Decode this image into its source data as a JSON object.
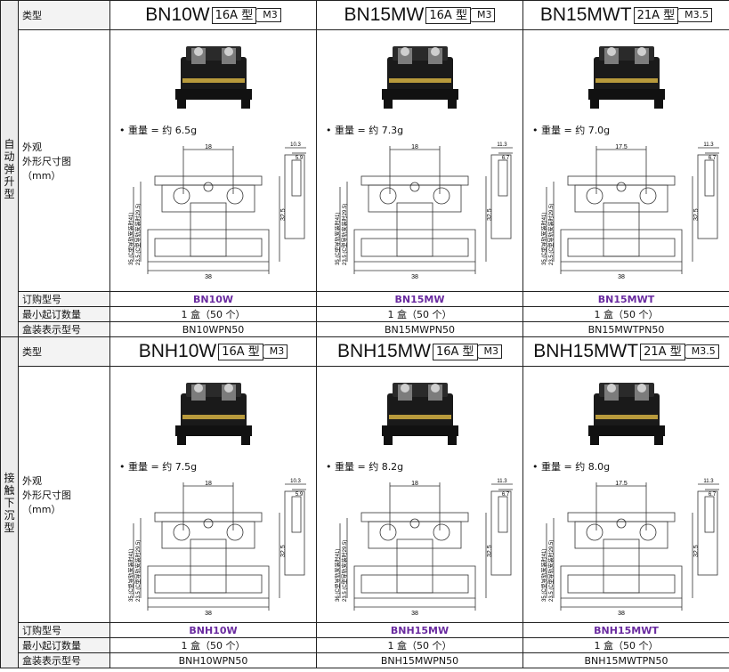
{
  "sections": [
    {
      "group_label": [
        "自",
        "动",
        "弹",
        "升",
        "型"
      ],
      "type_label": "类型",
      "appearance_label": [
        "外观",
        "外形尺寸图",
        "（mm）"
      ],
      "order_label": "订购型号",
      "moq_label": "最小起订数量",
      "box_label": "盒装表示型号",
      "products": [
        {
          "name": "BN10W",
          "rating": "16A 型",
          "screw": "M3",
          "weight": "• 重量 = 约 6.5g",
          "dims": {
            "w": "18",
            "total": "38",
            "h": "32.5",
            "h2": "35 (C型导轨安装时41)",
            "h3": "23.5 (C型导轨安装时29.5)",
            "side1": "10.3",
            "side2": "5.9"
          },
          "order": "BN10W",
          "moq": "1 盒（50 个）",
          "box": "BN10WPN50"
        },
        {
          "name": "BN15MW",
          "rating": "16A 型",
          "screw": "M3",
          "weight": "• 重量 = 约 7.3g",
          "dims": {
            "w": "18",
            "total": "38",
            "h": "32.5",
            "h2": "35 (C型导轨安装时41)",
            "h3": "23.5 (C型导轨安装时29.5)",
            "side1": "11.3",
            "side2": "6.7"
          },
          "order": "BN15MW",
          "moq": "1 盒（50 个）",
          "box": "BN15MWPN50"
        },
        {
          "name": "BN15MWT",
          "rating": "21A 型",
          "screw": "M3.5",
          "weight": "• 重量 = 约 7.0g",
          "dims": {
            "w": "17.5",
            "total": "38",
            "h": "32.5",
            "h2": "35 (C型导轨安装时41)",
            "h3": "23.5 (C型导轨安装时29.5)",
            "side1": "11.3",
            "side2": "6.7"
          },
          "order": "BN15MWT",
          "moq": "1 盒（50 个）",
          "box": "BN15MWTPN50"
        }
      ]
    },
    {
      "group_label": [
        "接",
        "触",
        "下",
        "沉",
        "型"
      ],
      "type_label": "类型",
      "appearance_label": [
        "外观",
        "外形尺寸图",
        "（mm）"
      ],
      "order_label": "订购型号",
      "moq_label": "最小起订数量",
      "box_label": "盒装表示型号",
      "products": [
        {
          "name": "BNH10W",
          "rating": "16A 型",
          "screw": "M3",
          "weight": "• 重量 = 约 7.5g",
          "dims": {
            "w": "18",
            "total": "38",
            "h": "32.5",
            "h2": "35 (C型导轨安装时41)",
            "h3": "23.5 (C型导轨安装时29.5)",
            "side1": "10.3",
            "side2": "5.9"
          },
          "order": "BNH10W",
          "moq": "1 盒（50 个）",
          "box": "BNH10WPN50"
        },
        {
          "name": "BNH15MW",
          "rating": "16A 型",
          "screw": "M3",
          "weight": "• 重量 = 约 8.2g",
          "dims": {
            "w": "18",
            "total": "38",
            "h": "32.5",
            "h2": "36 (C型导轨安装时41)",
            "h3": "23.5 (C型导轨安装时29.5)",
            "side1": "11.3",
            "side2": "6.7"
          },
          "order": "BNH15MW",
          "moq": "1 盒（50 个）",
          "box": "BNH15MWPN50"
        },
        {
          "name": "BNH15MWT",
          "rating": "21A 型",
          "screw": "M3.5",
          "weight": "• 重量 = 约 8.0g",
          "dims": {
            "w": "17.5",
            "total": "38",
            "h": "32.5",
            "h2": "35 (C型导轨安装时41)",
            "h3": "23.5 (C型导轨安装时29.5)",
            "side1": "11.3",
            "side2": "6.7"
          },
          "order": "BNH15MWT",
          "moq": "1 盒（50 个）",
          "box": "BNH15MWTPN50"
        }
      ]
    }
  ],
  "colors": {
    "order_text": "#6a2ba0",
    "border": "#222222",
    "label_bg": "#f3f3f3"
  }
}
